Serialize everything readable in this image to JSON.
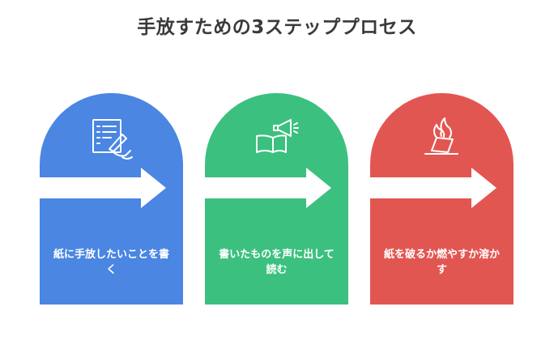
{
  "title": "手放すための3ステッププロセス",
  "steps": [
    {
      "label": "紙に手放したいことを書く",
      "icon": "pen-writing-icon",
      "color": "#4a86e2"
    },
    {
      "label": "書いたものを声に出して読む",
      "icon": "book-megaphone-icon",
      "color": "#3cc07f"
    },
    {
      "label": "紙を破るか燃やすか溶かす",
      "icon": "burning-paper-icon",
      "color": "#e25652"
    }
  ]
}
